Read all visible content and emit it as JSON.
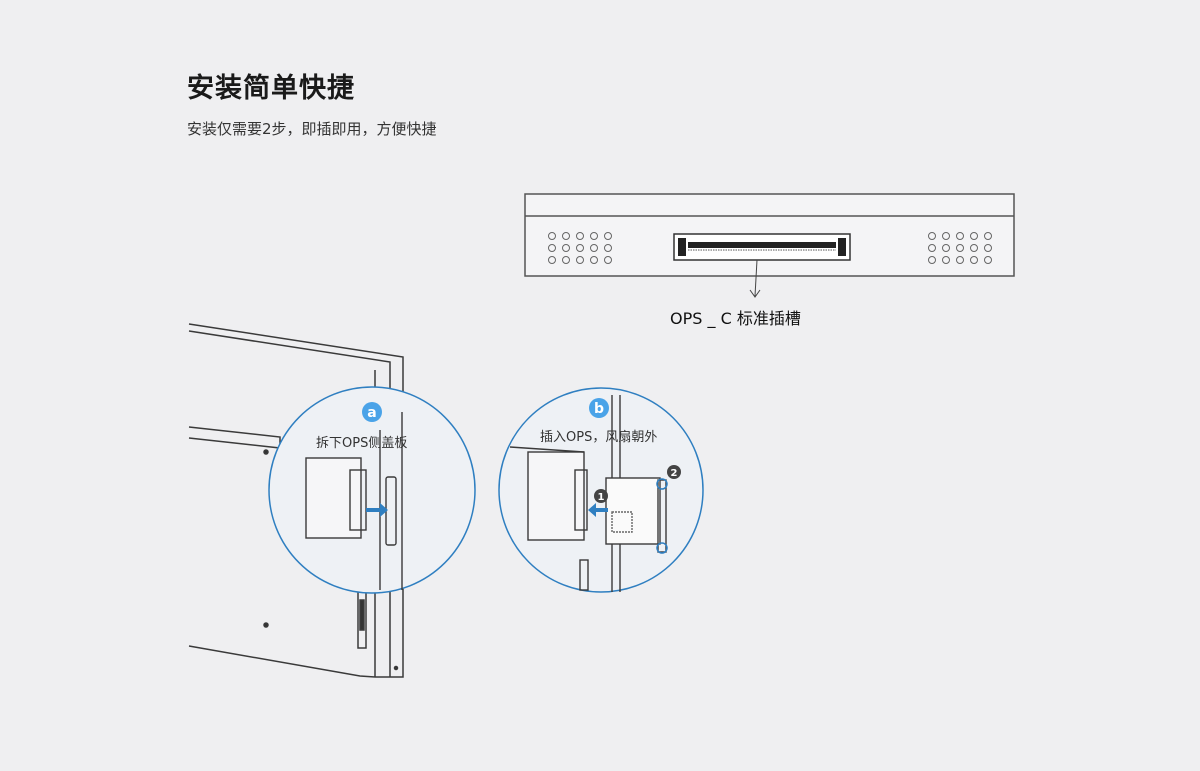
{
  "header": {
    "title": "安装简单快捷",
    "subtitle": "安装仅需要2步，即插即用，方便快捷"
  },
  "diagram": {
    "slot_label": "OPS _ C 标准插槽",
    "step_a": {
      "badge": "a",
      "text": "拆下OPS侧盖板"
    },
    "step_b": {
      "badge": "b",
      "text": "插入OPS，风扇朝外"
    },
    "marker_1": "1",
    "marker_2": "2"
  },
  "colors": {
    "background": "#efeff1",
    "accent_blue": "#2f7fc1",
    "badge_blue": "#4aa3e8",
    "line_dark": "#333333"
  }
}
